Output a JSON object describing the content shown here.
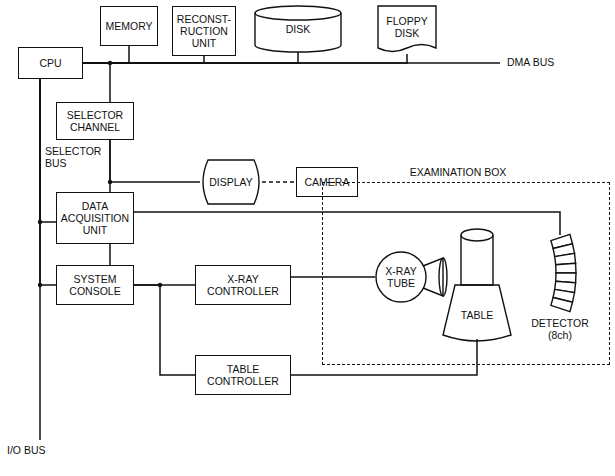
{
  "diagram": {
    "nodes": [
      {
        "text": [
          "CPU"
        ]
      },
      {
        "text": [
          "MEMORY"
        ]
      },
      {
        "text": [
          "RECONST- RUCTION UNIT"
        ]
      },
      {
        "text": [
          "DISK"
        ]
      },
      {
        "text": [
          "FLOPPY DISK"
        ]
      },
      {
        "text": [
          "SELECTOR CHANNEL"
        ]
      },
      {
        "text": [
          "DISPLAY"
        ]
      },
      {
        "text": [
          "CAMERA"
        ]
      },
      {
        "text": [
          "DATA ACQUISITION UNIT"
        ]
      },
      {
        "text": [
          "SYSTEM CONSOLE"
        ]
      },
      {
        "text": [
          "X-RAY CONTROLLER"
        ]
      },
      {
        "text": [
          "TABLE CONTROLLER"
        ]
      },
      {
        "text": [
          "EXAMINATION BOX"
        ]
      },
      {
        "text": [
          "X-RAY TUBE"
        ],
        "in": 12
      },
      {
        "text": [
          "TABLE"
        ],
        "in": 12
      },
      {
        "text": [
          "DETECTOR (8ch)"
        ],
        "in": 12
      }
    ],
    "edges": [
      {
        "from": 0,
        "to": 1,
        "arrow": "none"
      },
      {
        "from": 0,
        "to": 2,
        "arrow": "none"
      },
      {
        "from": 0,
        "to": 3,
        "arrow": "none"
      },
      {
        "from": 0,
        "to": 4,
        "arrow": "none"
      },
      {
        "from": 0,
        "to": 5,
        "arrow": "none"
      },
      {
        "from": 5,
        "to": 6,
        "arrow": "none"
      },
      {
        "from": 5,
        "to": 8,
        "arrow": "none"
      },
      {
        "from": 6,
        "to": 7,
        "arrow": "none"
      },
      {
        "from": 8,
        "to": 9,
        "arrow": "none"
      },
      {
        "from": 8,
        "to": 15,
        "arrow": "none"
      },
      {
        "from": 9,
        "to": 10,
        "arrow": "none"
      },
      {
        "from": 9,
        "to": 11,
        "arrow": "none"
      },
      {
        "from": 10,
        "to": 13,
        "arrow": "none"
      },
      {
        "from": 11,
        "to": 14,
        "arrow": "none"
      },
      {
        "from": 0,
        "to": 8,
        "arrow": "none"
      },
      {
        "from": 0,
        "to": 9,
        "arrow": "none"
      }
    ],
    "labels": [
      "DMA BUS",
      "SELECTOR BUS",
      "I/O BUS"
    ]
  }
}
